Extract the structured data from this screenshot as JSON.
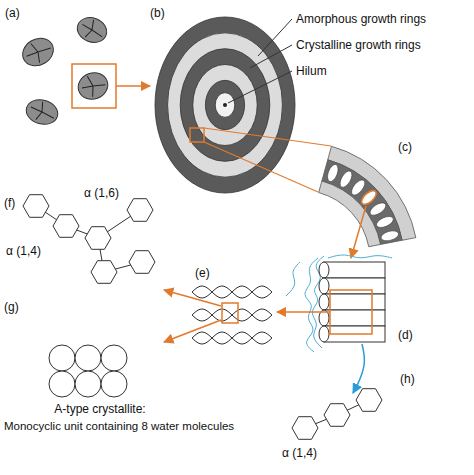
{
  "diagram": {
    "labels": [
      "(a)",
      "(b)",
      "Amorphous growth rings",
      "Crystalline growth rings",
      "Hilum",
      "(c)",
      "(d)",
      "(e)",
      "(f)",
      "α (1,6)",
      "α (1,4)",
      "(g)",
      "A-type crystallite:",
      "Monocyclic unit containing 8 water molecules",
      "(h)",
      "α (1,4)"
    ]
  }
}
